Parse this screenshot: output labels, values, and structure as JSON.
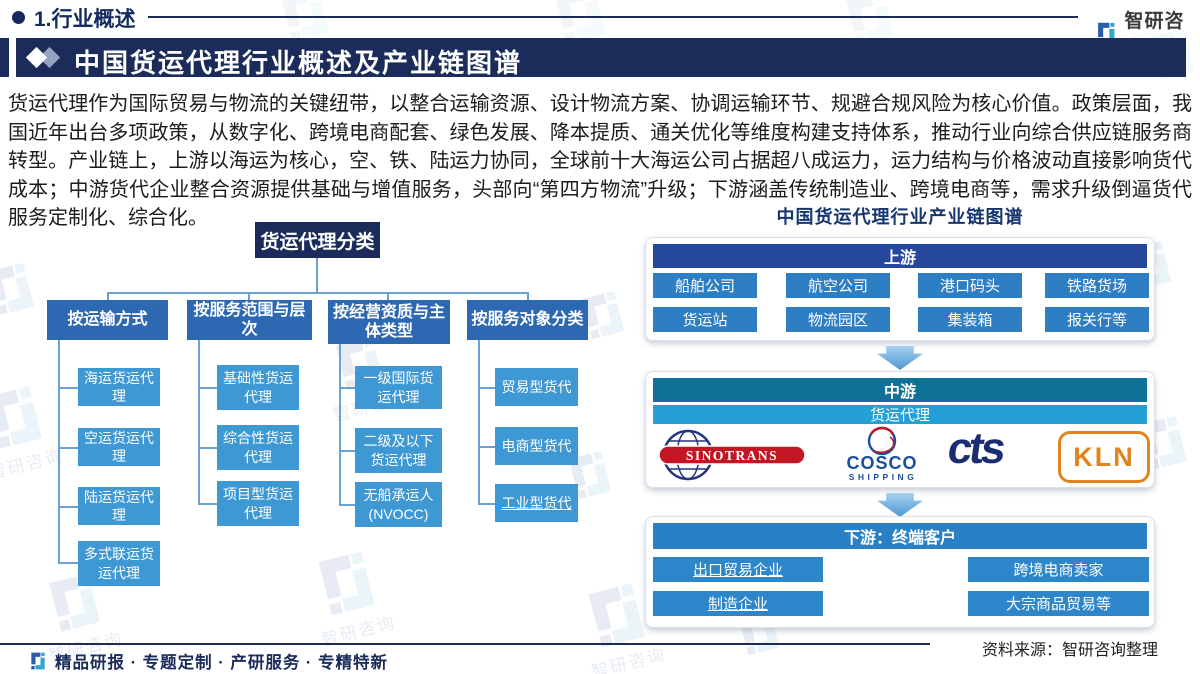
{
  "page": {
    "section": "1.行业概述",
    "brand": "智研咨询",
    "title": "中国货运代理行业概述及产业链图谱",
    "paragraph": "货运代理作为国际贸易与物流的关键纽带，以整合运输资源、设计物流方案、协调运输环节、规避合规风险为核心价值。政策层面，我国近年出台多项政策，从数字化、跨境电商配套、绿色发展、降本提质、通关优化等维度构建支持体系，推动行业向综合供应链服务商转型。产业链上，上游以海运为核心，空、铁、陆运力协同，全球前十大海运公司占据超八成运力，运力结构与价格波动直接影响货代成本；中游货代企业整合资源提供基础与增值服务，头部向“第四方物流”升级；下游涵盖传统制造业、跨境电商等，需求升级倒逼货代服务定制化、综合化。",
    "source": "资料来源：智研咨询整理",
    "footer": "精品研报 · 专题定制 · 产研服务 · 专精特新",
    "watermark": "智研咨询"
  },
  "tree": {
    "root": "货运代理分类",
    "branches": [
      {
        "label": "按运输方式",
        "children": [
          "海运货运代理",
          "空运货运代理",
          "陆运货运代理",
          "多式联运货运代理"
        ]
      },
      {
        "label": "按服务范围与层次",
        "children": [
          "基础性货运代理",
          "综合性货运代理",
          "项目型货运代理"
        ]
      },
      {
        "label": "按经营资质与主体类型",
        "children": [
          "一级国际货运代理",
          "二级及以下货运代理",
          "无船承运人(NVOCC)"
        ]
      },
      {
        "label": "按服务对象分类",
        "children": [
          "贸易型货代",
          "电商型货代",
          "工业型货代"
        ]
      }
    ]
  },
  "chain": {
    "title": "中国货运代理行业产业链图谱",
    "upstream": {
      "header": "上游",
      "boxes": [
        "船舶公司",
        "航空公司",
        "港口码头",
        "铁路货场",
        "货运站",
        "物流园区",
        "集装箱",
        "报关行等"
      ]
    },
    "midstream": {
      "header": "中游",
      "subheader": "货运代理",
      "logos": [
        "SINOTRANS",
        "COSCO",
        "SHIPPING",
        "cts",
        "KLN"
      ]
    },
    "downstream": {
      "header": "下游：终端客户",
      "boxes": [
        "出口贸易企业",
        "跨境电商卖家",
        "制造企业",
        "大宗商品贸易等"
      ]
    }
  },
  "colors": {
    "navy": "#1b2c5a",
    "royal_blue": "#26489c",
    "branch_blue": "#2d68b2",
    "child_blue": "#3e98d4",
    "box_blue": "#2e7ec4",
    "mid_teal": "#0f7195",
    "cyan_bar": "#25a0d6",
    "down_blue": "#2a80c4",
    "sinotrans_red": "#c31622",
    "cosco_blue": "#1a4e9e",
    "kln_orange": "#e0851e"
  }
}
